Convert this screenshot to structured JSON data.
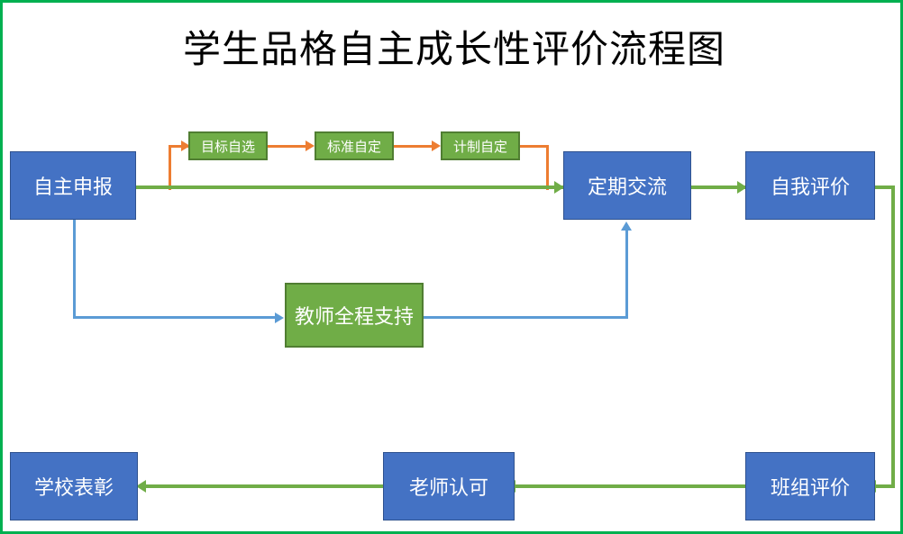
{
  "diagram": {
    "title": "学生品格自主成长性评价流程图",
    "border_color": "#00B050",
    "palette": {
      "blue_fill": "#4472C4",
      "blue_stroke": "#2F528F",
      "green_fill": "#70AD47",
      "green_stroke": "#507E32",
      "orange_connector": "#ED7D31",
      "blue_connector": "#5B9BD5",
      "green_connector": "#70AD47",
      "node_text": "#FFFFFF",
      "title_text": "#000000"
    },
    "nodes": [
      {
        "id": "zizhushenbao",
        "label": "自主申报",
        "shape": "rect",
        "style": "blue"
      },
      {
        "id": "mubiaozixuan",
        "label": "目标自选",
        "shape": "rect",
        "style": "green-small"
      },
      {
        "id": "biaozhunziding",
        "label": "标准自定",
        "shape": "rect",
        "style": "green-small"
      },
      {
        "id": "jizhiziding",
        "label": "计制自定",
        "shape": "rect",
        "style": "green-small"
      },
      {
        "id": "dingqijiaoliu",
        "label": "定期交流",
        "shape": "rect",
        "style": "blue"
      },
      {
        "id": "ziwopingjia",
        "label": "自我评价",
        "shape": "rect",
        "style": "blue"
      },
      {
        "id": "jiaoshizhichi",
        "label": "教师全程支持",
        "shape": "rect",
        "style": "green"
      },
      {
        "id": "banzupingjia",
        "label": "班组评价",
        "shape": "rect",
        "style": "blue"
      },
      {
        "id": "laoshirenke",
        "label": "老师认可",
        "shape": "rect",
        "style": "blue"
      },
      {
        "id": "xuexiaobiaozhang",
        "label": "学校表彰",
        "shape": "rect",
        "style": "blue"
      }
    ],
    "edges": [
      {
        "from": "zizhushenbao",
        "to": "mubiaozixuan",
        "color": "#ED7D31",
        "routing": "up-right"
      },
      {
        "from": "mubiaozixuan",
        "to": "biaozhunziding",
        "color": "#ED7D31",
        "routing": "straight"
      },
      {
        "from": "biaozhunziding",
        "to": "jizhiziding",
        "color": "#ED7D31",
        "routing": "straight"
      },
      {
        "from": "jizhiziding",
        "to": "dingqijiaoliu",
        "color": "#ED7D31",
        "routing": "right-down"
      },
      {
        "from": "zizhushenbao",
        "to": "dingqijiaoliu",
        "color": "#70AD47",
        "routing": "straight"
      },
      {
        "from": "dingqijiaoliu",
        "to": "ziwopingjia",
        "color": "#70AD47",
        "routing": "straight"
      },
      {
        "from": "zizhushenbao",
        "to": "jiaoshizhichi",
        "color": "#5B9BD5",
        "routing": "down-right"
      },
      {
        "from": "jiaoshizhichi",
        "to": "dingqijiaoliu",
        "color": "#5B9BD5",
        "routing": "right-up"
      },
      {
        "from": "ziwopingjia",
        "to": "banzupingjia",
        "color": "#70AD47",
        "routing": "right-down"
      },
      {
        "from": "banzupingjia",
        "to": "laoshirenke",
        "color": "#70AD47",
        "routing": "straight-left"
      },
      {
        "from": "laoshirenke",
        "to": "xuexiaobiaozhang",
        "color": "#70AD47",
        "routing": "straight-left"
      }
    ]
  }
}
